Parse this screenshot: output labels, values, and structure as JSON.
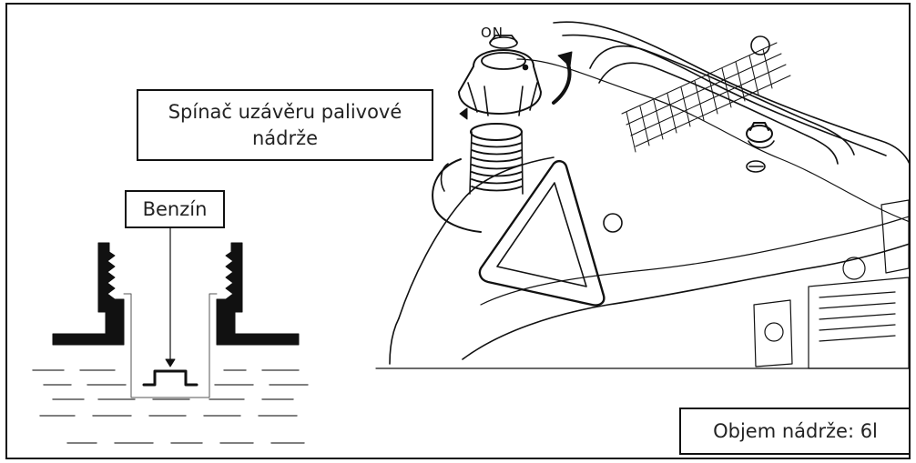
{
  "labels": {
    "cap_switch": "Spínač uzávěru palivové nádrže",
    "fuel": "Benzín",
    "tank_volume": "Objem nádrže: 6l",
    "on_mark": "ON"
  },
  "icons": [
    "fuel-cap-icon",
    "rotation-arrow-icon",
    "generator-housing-icon",
    "filler-neck-icon"
  ],
  "colors": {
    "line": "#111111",
    "background": "#ffffff",
    "liquid_dash": "#555555"
  }
}
